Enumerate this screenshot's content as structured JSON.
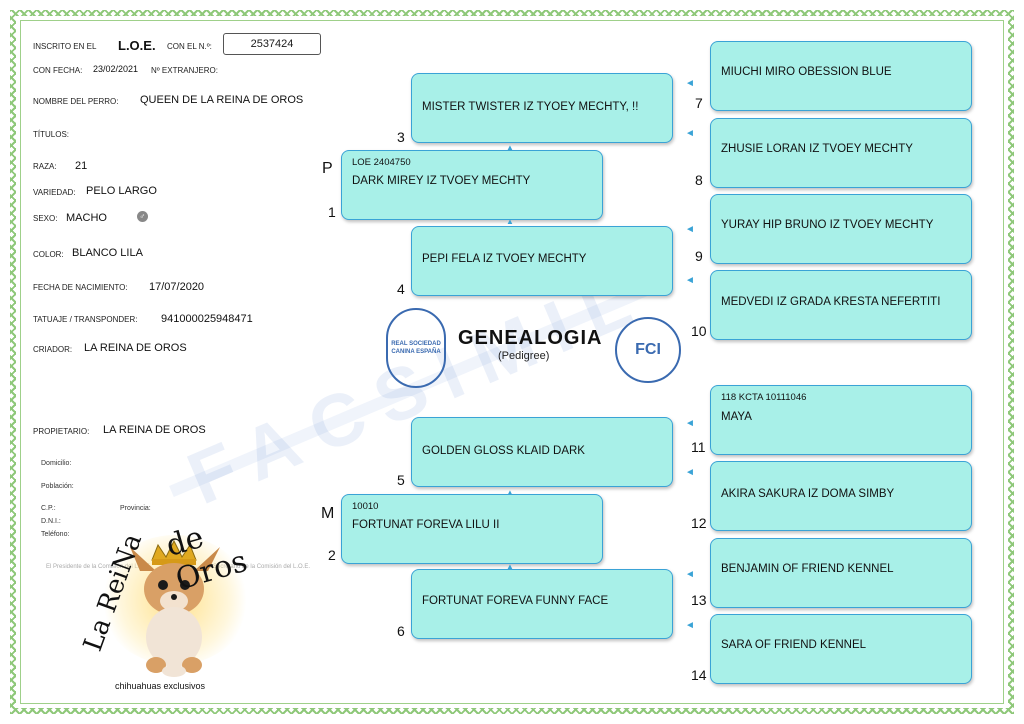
{
  "header": {
    "inscrito_label": "INSCRITO EN EL",
    "registry": "L.O.E.",
    "con_el_label": "CON EL N.º:",
    "reg_number": "2537424",
    "fecha_label": "CON FECHA:",
    "fecha": "23/02/2021",
    "extranjero_label": "Nº EXTRANJERO:"
  },
  "dog": {
    "nombre_label": "NOMBRE DEL PERRO:",
    "nombre": "QUEEN DE LA REINA DE OROS",
    "titulos_label": "TÍTULOS:",
    "raza_label": "RAZA:",
    "raza": "21",
    "variedad_label": "VARIEDAD:",
    "variedad": "PELO LARGO",
    "sexo_label": "SEXO:",
    "sexo": "MACHO",
    "color_label": "COLOR:",
    "color": "BLANCO LILA",
    "nacimiento_label": "FECHA DE NACIMIENTO:",
    "nacimiento": "17/07/2020",
    "tatuaje_label": "TATUAJE / TRANSPONDER:",
    "tatuaje": "941000025948471",
    "criador_label": "CRIADOR:",
    "criador": "LA REINA DE OROS",
    "propietario_label": "PROPIETARIO:",
    "propietario": "LA REINA DE OROS"
  },
  "owner_fields": {
    "domicilio": "Domicilio:",
    "poblacion": "Población:",
    "cp": "C.P.:",
    "provincia": "Provincia:",
    "dni": "D.N.I.:",
    "telefono": "Teléfono:",
    "sign_left": "El Presidente de la Comisión del L.O.E.",
    "sign_right": "El Secretario de la Comisión del L.O.E."
  },
  "pedigree": {
    "title": "GENEALOGIA",
    "subtitle": "(Pedigree)",
    "sire_letter": "P",
    "dam_letter": "M",
    "watermark": "FACSIMIL",
    "seal_left": "REAL SOCIEDAD CANINA ESPAÑA",
    "seal_right": "FCI",
    "parents": [
      {
        "num": "1",
        "reg": "LOE 2404750",
        "name": "DARK MIREY IZ TVOEY MECHTY"
      },
      {
        "num": "2",
        "reg": "10010",
        "name": "FORTUNAT FOREVA LILU II"
      }
    ],
    "grandparents": [
      {
        "num": "3",
        "name": "MISTER TWISTER IZ TYOEY MECHTY, !!"
      },
      {
        "num": "4",
        "name": "PEPI FELA IZ TVOEY MECHTY"
      },
      {
        "num": "5",
        "name": "GOLDEN GLOSS KLAID DARK"
      },
      {
        "num": "6",
        "name": "FORTUNAT FOREVA FUNNY FACE"
      }
    ],
    "great_grandparents": [
      {
        "num": "7",
        "reg": "",
        "name": "MIUCHI MIRO OBESSION BLUE"
      },
      {
        "num": "8",
        "reg": "",
        "name": "ZHUSIE LORAN IZ TVOEY MECHTY"
      },
      {
        "num": "9",
        "reg": "",
        "name": "YURAY HIP BRUNO IZ TVOEY MECHTY"
      },
      {
        "num": "10",
        "reg": "",
        "name": "MEDVEDI IZ GRADA KRESTA NEFERTITI"
      },
      {
        "num": "11",
        "reg": "118 KCTA 10111046",
        "name": "MAYA"
      },
      {
        "num": "12",
        "reg": "",
        "name": "AKIRA SAKURA IZ DOMA SIMBY"
      },
      {
        "num": "13",
        "reg": "",
        "name": "BENJAMIN OF FRIEND KENNEL"
      },
      {
        "num": "14",
        "reg": "",
        "name": "SARA OF FRIEND KENNEL"
      }
    ]
  },
  "logo": {
    "text": "La ReiNa de Oros",
    "tagline": "chihuahuas exclusivos"
  },
  "colors": {
    "box_fill": "#a8f0e8",
    "box_border": "#3aa3d6",
    "frame": "#8fc87a"
  }
}
